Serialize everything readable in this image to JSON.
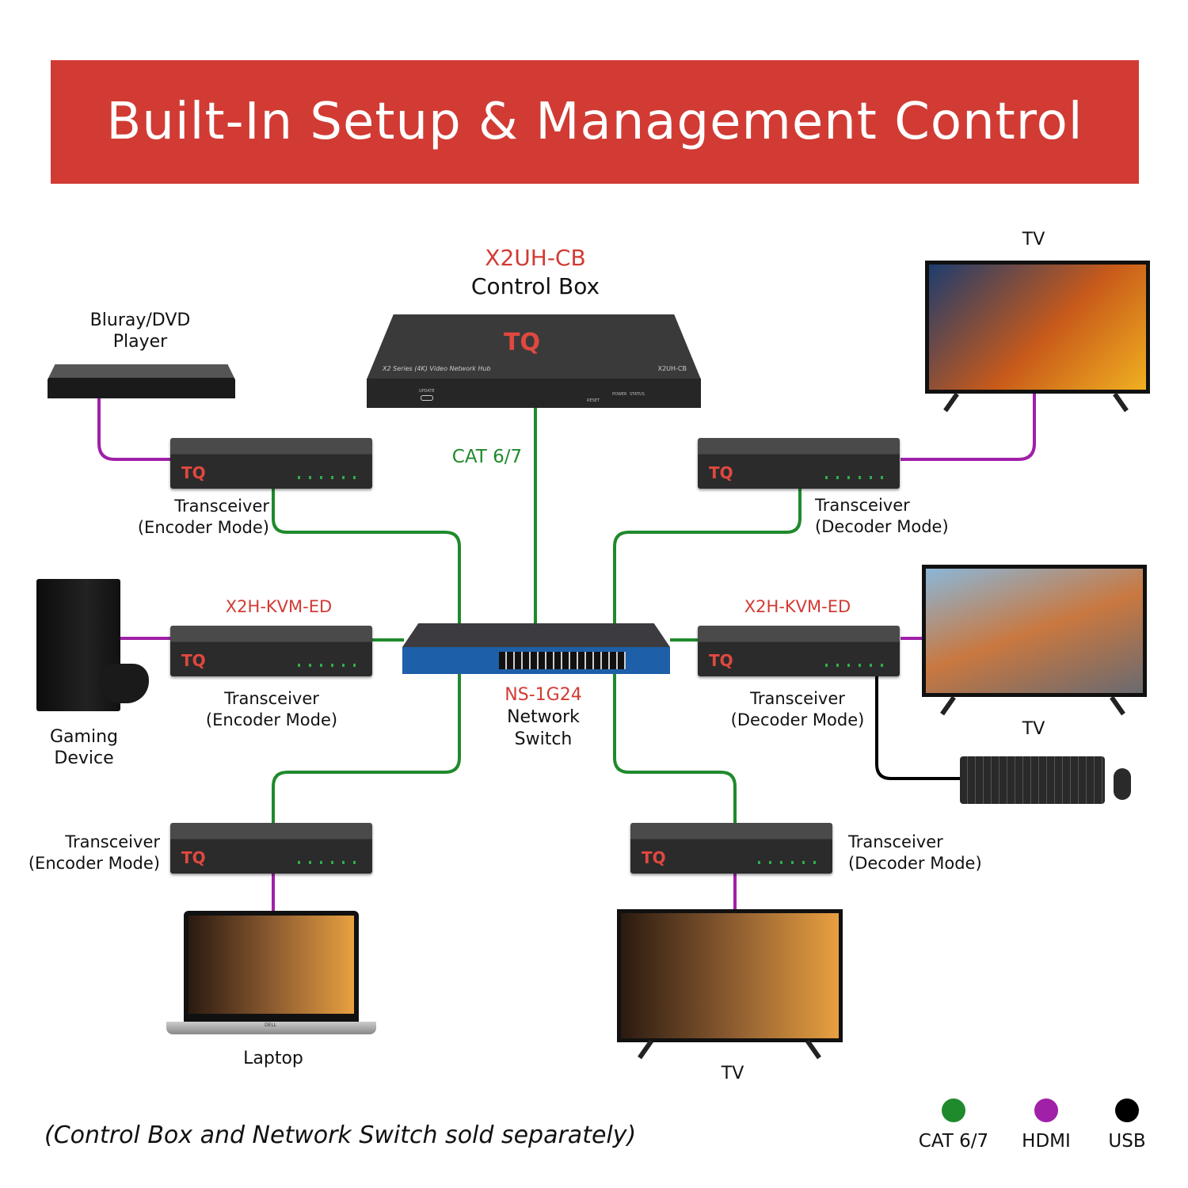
{
  "header": {
    "title": "Built-In Setup & Management Control"
  },
  "control_box": {
    "model": "X2UH-CB",
    "name": "Control Box",
    "panel_text": "X2 Series (4K) Video Network Hub",
    "panel_model": "X2UH-CB",
    "port_update": "UPDATE",
    "port_reset": "RESET",
    "led_power": "POWER",
    "led_status": "STATUS"
  },
  "cable_label": "CAT 6/7",
  "switch": {
    "model": "NS-1G24",
    "name_line1": "Network",
    "name_line2": "Switch"
  },
  "transceivers": [
    {
      "line1": "Transceiver",
      "line2": "(Encoder Mode)"
    },
    {
      "line1": "Transceiver",
      "line2": "(Decoder Mode)"
    },
    {
      "model": "X2H-KVM-ED",
      "line1": "Transceiver",
      "line2": "(Encoder Mode)"
    },
    {
      "model": "X2H-KVM-ED",
      "line1": "Transceiver",
      "line2": "(Decoder Mode)"
    },
    {
      "line1": "Transceiver",
      "line2": "(Encoder Mode)"
    },
    {
      "line1": "Transceiver",
      "line2": "(Decoder Mode)"
    }
  ],
  "devices": {
    "bluray": {
      "line1": "Bluray/DVD",
      "line2": "Player"
    },
    "tv_top": "TV",
    "gaming": {
      "line1": "Gaming",
      "line2": "Device"
    },
    "tv_mid": "TV",
    "laptop": "Laptop",
    "laptop_brand": "DELL",
    "tv_bottom": "TV"
  },
  "footnote": "(Control Box and Network Switch sold separately)",
  "legend": [
    {
      "label": "CAT 6/7",
      "color": "#1f8a2c"
    },
    {
      "label": "HDMI",
      "color": "#a020a8"
    },
    {
      "label": "USB",
      "color": "#000000"
    }
  ],
  "colors": {
    "banner": "#d13b34",
    "cat": "#1f8a2c",
    "hdmi": "#a020a8",
    "usb": "#000000"
  }
}
